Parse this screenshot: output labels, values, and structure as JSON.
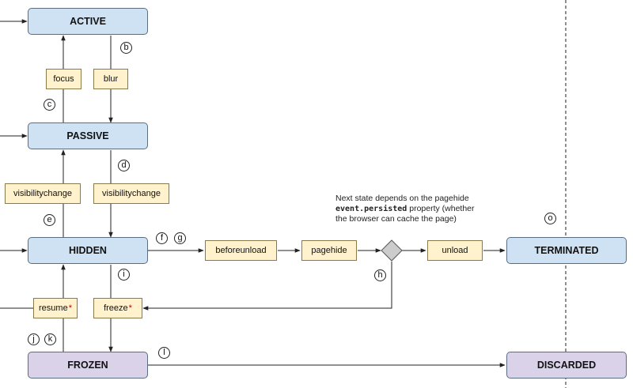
{
  "states": {
    "active": "ACTIVE",
    "passive": "PASSIVE",
    "hidden": "HIDDEN",
    "frozen": "FROZEN",
    "terminated": "TERMINATED",
    "discarded": "DISCARDED"
  },
  "events": {
    "focus": "focus",
    "blur": "blur",
    "visibility_up": "visibilitychange",
    "visibility_down": "visibilitychange",
    "beforeunload": "beforeunload",
    "pagehide": "pagehide",
    "unload": "unload",
    "resume": "resume",
    "freeze": "freeze",
    "asterisk": "*"
  },
  "markers": {
    "b": "b",
    "c": "c",
    "d": "d",
    "e": "e",
    "f": "f",
    "g": "g",
    "h": "h",
    "i": "i",
    "j": "j",
    "k": "k",
    "l": "l",
    "o": "o"
  },
  "note": {
    "line1": "Next state depends on the pagehide",
    "code": "event.persisted",
    "line2_rest": " property (whether",
    "line3": "the browser can cache the page)"
  },
  "colors": {
    "state_blue": "#cfe2f3",
    "state_purple": "#d9d2e9",
    "event_yellow": "#fff2cc",
    "decision_gray": "#cccccc",
    "asterisk_red": "#cc0000"
  }
}
